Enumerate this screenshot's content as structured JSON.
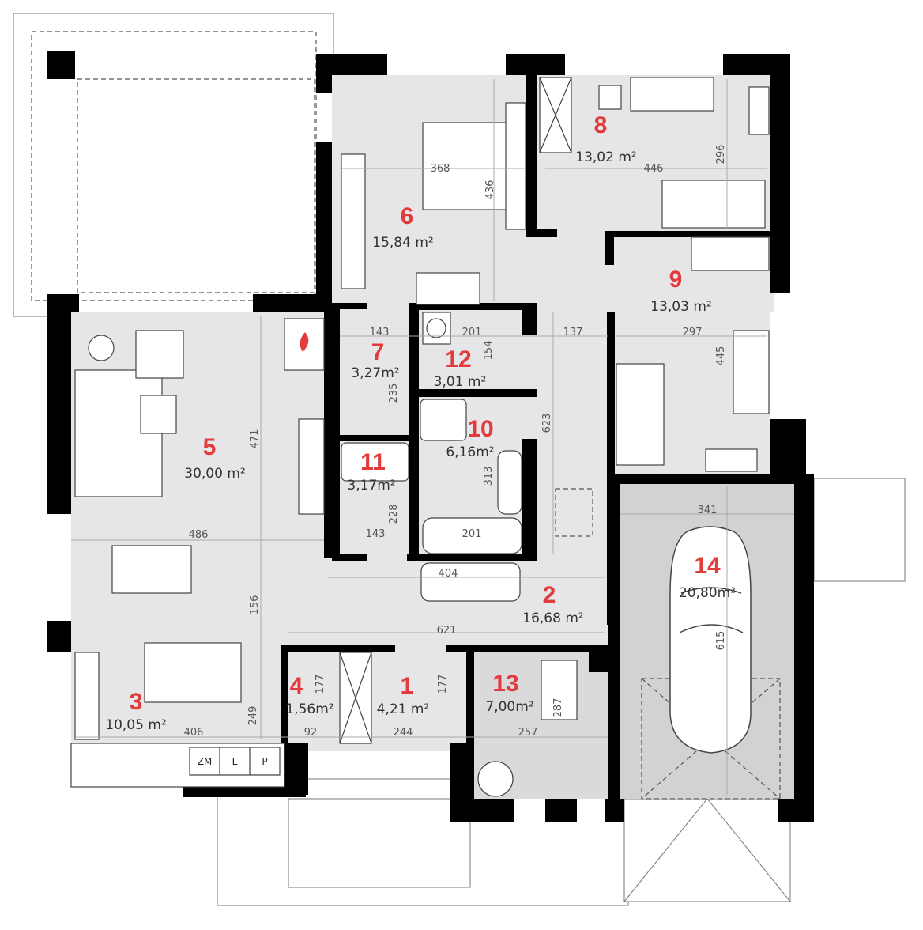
{
  "rooms": {
    "r1": {
      "number": "1",
      "area": "4,21 m²"
    },
    "r2": {
      "number": "2",
      "area": "16,68 m²"
    },
    "r3": {
      "number": "3",
      "area": "10,05 m²"
    },
    "r4": {
      "number": "4",
      "area": "1,56m²"
    },
    "r5": {
      "number": "5",
      "area": "30,00 m²"
    },
    "r6": {
      "number": "6",
      "area": "15,84 m²"
    },
    "r7": {
      "number": "7",
      "area": "3,27m²"
    },
    "r8": {
      "number": "8",
      "area": "13,02 m²"
    },
    "r9": {
      "number": "9",
      "area": "13,03 m²"
    },
    "r10": {
      "number": "10",
      "area": "6,16m²"
    },
    "r11": {
      "number": "11",
      "area": "3,17m²"
    },
    "r12": {
      "number": "12",
      "area": "3,01 m²"
    },
    "r13": {
      "number": "13",
      "area": "7,00m²"
    },
    "r14": {
      "number": "14",
      "area": "20,80m²"
    }
  },
  "dimensions": {
    "d368": "368",
    "d436": "436",
    "d446": "446",
    "d296": "296",
    "d143a": "143",
    "d201a": "201",
    "d137": "137",
    "d154": "154",
    "d297": "297",
    "d445": "445",
    "d471": "471",
    "d235": "235",
    "d623": "623",
    "d313": "313",
    "d228": "228",
    "d143b": "143",
    "d201b": "201",
    "d486": "486",
    "d404": "404",
    "d156": "156",
    "d621": "621",
    "d341": "341",
    "d615": "615",
    "d177a": "177",
    "d177b": "177",
    "d249": "249",
    "d92": "92",
    "d244": "244",
    "d257": "257",
    "d406": "406",
    "d287": "287"
  },
  "appliances": {
    "zm": "ZM",
    "l": "L",
    "p": "P"
  },
  "colors": {
    "floor": "#e6e6e8",
    "garage": "#d2d2d4",
    "utility": "#dadadc",
    "numbers": "#e23b3b",
    "fireplace_flame": "#e23b3b"
  }
}
